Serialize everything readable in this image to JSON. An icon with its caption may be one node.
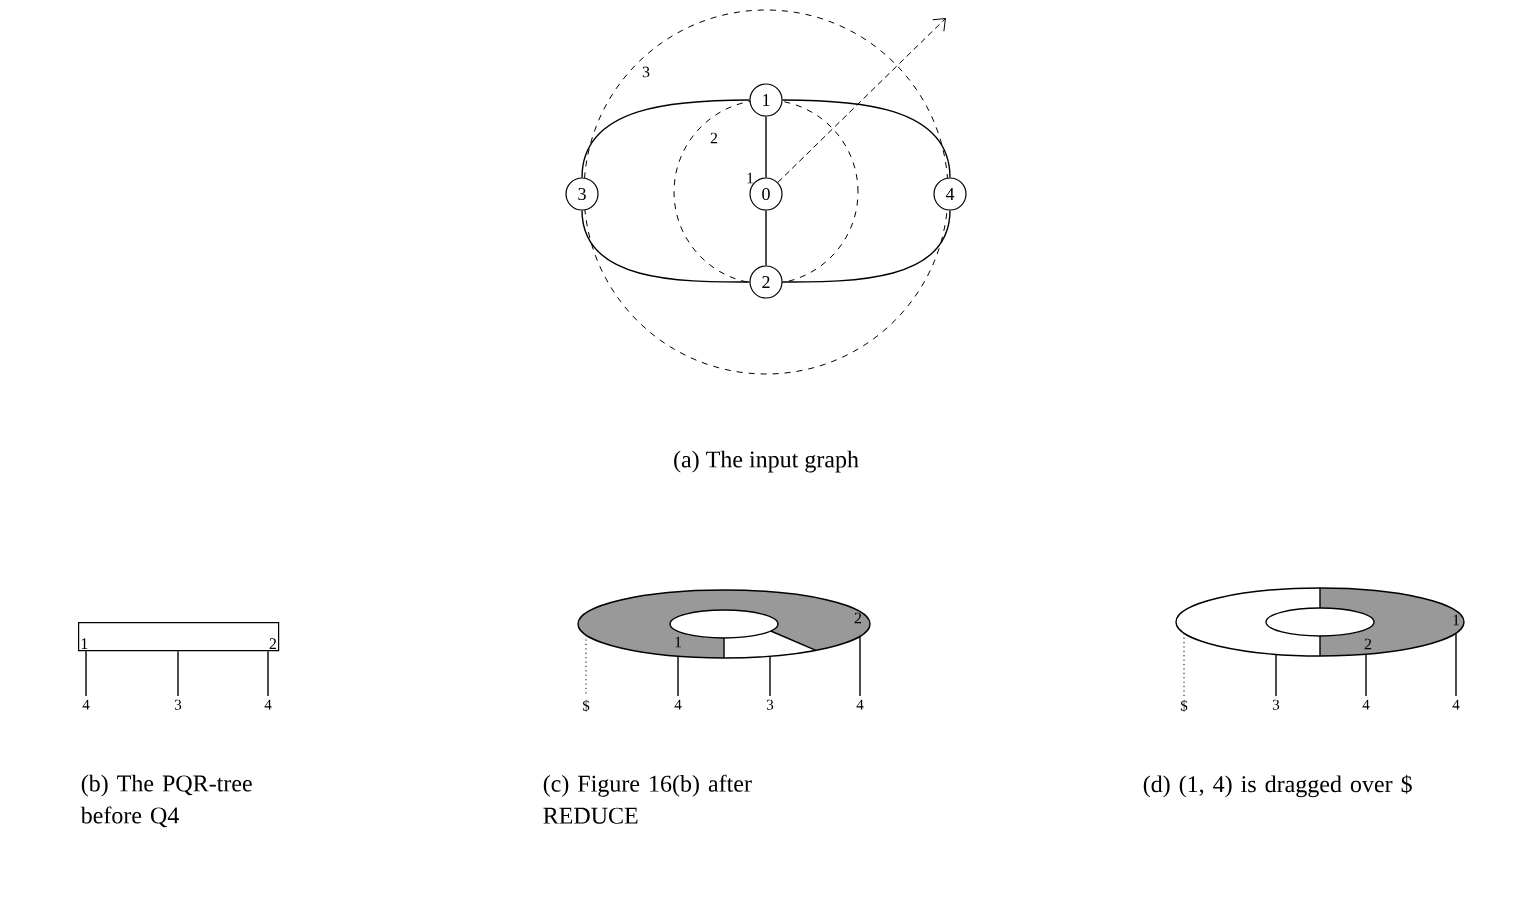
{
  "diagram": {
    "nodes": [
      {
        "text": [
          "1"
        ]
      },
      {
        "text": [
          "3"
        ]
      },
      {
        "text": [
          "0"
        ]
      },
      {
        "text": [
          "4"
        ]
      },
      {
        "text": [
          "2"
        ]
      },
      {
        "text": [
          "1",
          "2"
        ]
      },
      {
        "text": [
          "4"
        ]
      },
      {
        "text": [
          "3"
        ]
      },
      {
        "text": [
          "4"
        ]
      },
      {
        "text": [
          "1",
          "2"
        ]
      },
      {
        "text": [
          "$"
        ]
      },
      {
        "text": [
          "4"
        ]
      },
      {
        "text": [
          "3"
        ]
      },
      {
        "text": [
          "4"
        ]
      },
      {
        "text": [
          "1",
          "2"
        ]
      },
      {
        "text": [
          "$"
        ]
      },
      {
        "text": [
          "3"
        ]
      },
      {
        "text": [
          "4"
        ]
      },
      {
        "text": [
          "4"
        ]
      }
    ],
    "edges": [
      {
        "from": 2,
        "to": 0,
        "arrow": "none"
      },
      {
        "from": 2,
        "to": 4,
        "arrow": "none"
      },
      {
        "from": 0,
        "to": 1,
        "arrow": "none"
      },
      {
        "from": 0,
        "to": 3,
        "arrow": "none"
      },
      {
        "from": 1,
        "to": 4,
        "arrow": "none"
      },
      {
        "from": 3,
        "to": 4,
        "arrow": "none"
      },
      {
        "from": 2,
        "to": null,
        "arrow": "to",
        "style": "dashed"
      },
      {
        "from": 5,
        "to": 6,
        "arrow": "none"
      },
      {
        "from": 5,
        "to": 7,
        "arrow": "none"
      },
      {
        "from": 5,
        "to": 8,
        "arrow": "none"
      },
      {
        "from": 9,
        "to": 10,
        "arrow": "none",
        "style": "dashed"
      },
      {
        "from": 9,
        "to": 11,
        "arrow": "none"
      },
      {
        "from": 9,
        "to": 12,
        "arrow": "none"
      },
      {
        "from": 9,
        "to": 13,
        "arrow": "none"
      },
      {
        "from": 14,
        "to": 15,
        "arrow": "none",
        "style": "dashed"
      },
      {
        "from": 14,
        "to": 16,
        "arrow": "none"
      },
      {
        "from": 14,
        "to": 17,
        "arrow": "none"
      },
      {
        "from": 14,
        "to": 18,
        "arrow": "none"
      }
    ],
    "labels": [
      "3",
      "2",
      "1",
      "(a) The input graph",
      "(b) The PQR-tree before Q4",
      "(c) Figure 16(b) after REDUCE",
      "(d) (1, 4) is dragged over $"
    ]
  }
}
